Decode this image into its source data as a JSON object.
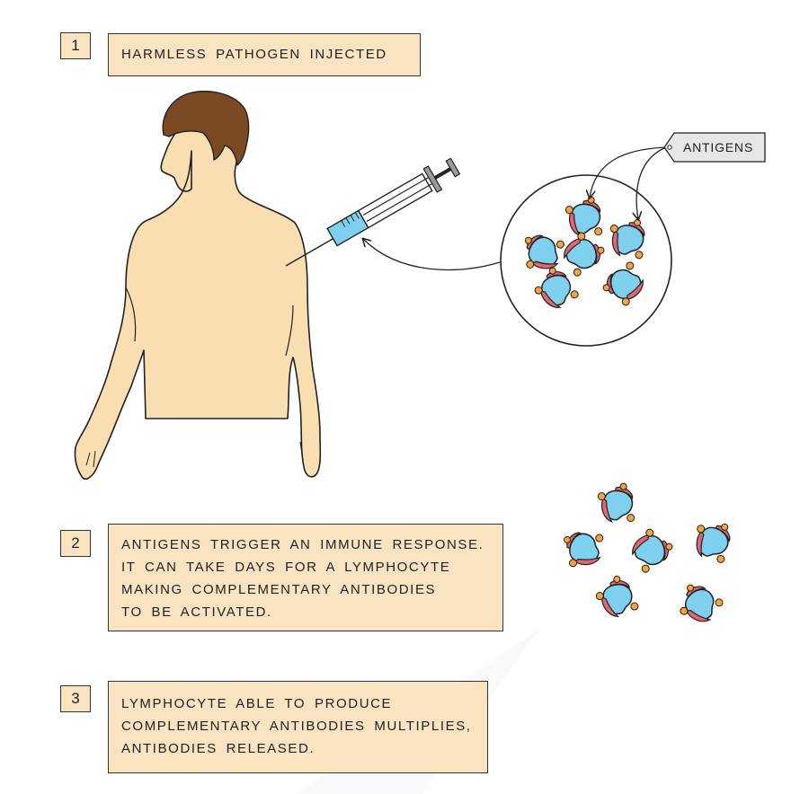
{
  "steps": [
    {
      "number": "1",
      "lines": [
        "HARMLESS PATHOGEN INJECTED"
      ]
    },
    {
      "number": "2",
      "lines": [
        "ANTIGENS TRIGGER AN IMMUNE RESPONSE.",
        "IT CAN TAKE DAYS FOR A LYMPHOCYTE",
        "MAKING COMPLEMENTARY ANTIBODIES",
        "TO BE ACTIVATED."
      ]
    },
    {
      "number": "3",
      "lines": [
        "LYMPHOCYTE ABLE TO PRODUCE",
        "COMPLEMENTARY ANTIBODIES MULTIPLIES,",
        "ANTIBODIES RELEASED."
      ]
    }
  ],
  "label_antigens": "ANTIGENS",
  "colors": {
    "box_fill": "#f9e3c0",
    "skin": "#f8deb0",
    "hair": "#7a4a24",
    "pathogen_fill": "#7fd0ee",
    "antigen_red": "#e06670",
    "antigen_orange": "#f4a23c",
    "tag_fill": "#e6e6e6",
    "syringe_blue": "#7fd0ee"
  }
}
